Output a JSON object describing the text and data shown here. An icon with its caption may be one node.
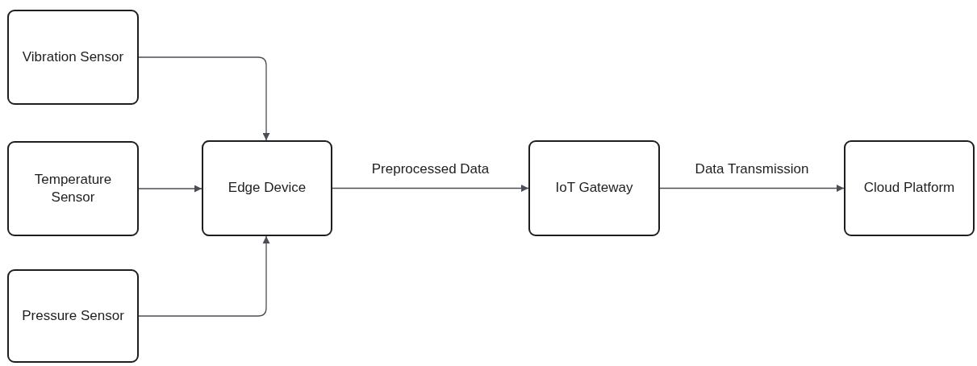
{
  "diagram": {
    "nodes": [
      {
        "text": [
          "Vibration Sensor"
        ]
      },
      {
        "text": [
          "Temperature Sensor"
        ]
      },
      {
        "text": [
          "Pressure Sensor"
        ]
      },
      {
        "text": [
          "Edge Device"
        ]
      },
      {
        "text": [
          "IoT Gateway"
        ]
      },
      {
        "text": [
          "Cloud Platform"
        ]
      }
    ],
    "edges": [
      {
        "from": 0,
        "to": 3,
        "arrow": "to"
      },
      {
        "from": 1,
        "to": 3,
        "arrow": "to"
      },
      {
        "from": 2,
        "to": 3,
        "arrow": "to"
      },
      {
        "from": 3,
        "to": 4,
        "arrow": "to",
        "label": "Preprocessed Data"
      },
      {
        "from": 4,
        "to": 5,
        "arrow": "to",
        "label": "Data Transmission"
      }
    ]
  }
}
